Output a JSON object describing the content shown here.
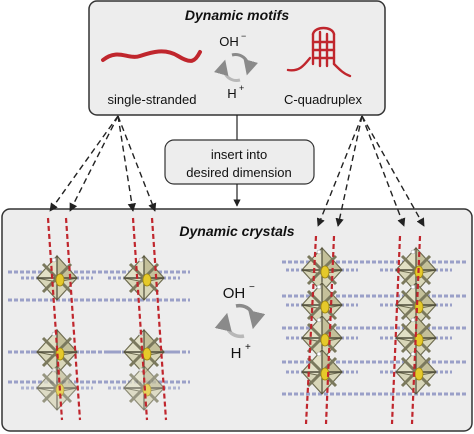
{
  "top_panel": {
    "title": "Dynamic motifs",
    "ss_label": "single-stranded",
    "cq_label": "C-quadruplex",
    "switch": {
      "base": "OH",
      "base_sup": "−",
      "acid": "H",
      "acid_sup": "+"
    }
  },
  "insert_box": {
    "line1": "insert into",
    "line2": "desired dimension"
  },
  "bottom_panel": {
    "title": "Dynamic crystals",
    "switch": {
      "base": "OH",
      "base_sup": "−",
      "acid": "H",
      "acid_sup": "+"
    }
  },
  "colors": {
    "dna_red": "#c0262d",
    "panel_fill": "#ededed",
    "panel_stroke": "#333333",
    "cage_green": "#b8b48c",
    "gold": "#e5c92a",
    "arrow_gray": "#8a8a8a"
  }
}
